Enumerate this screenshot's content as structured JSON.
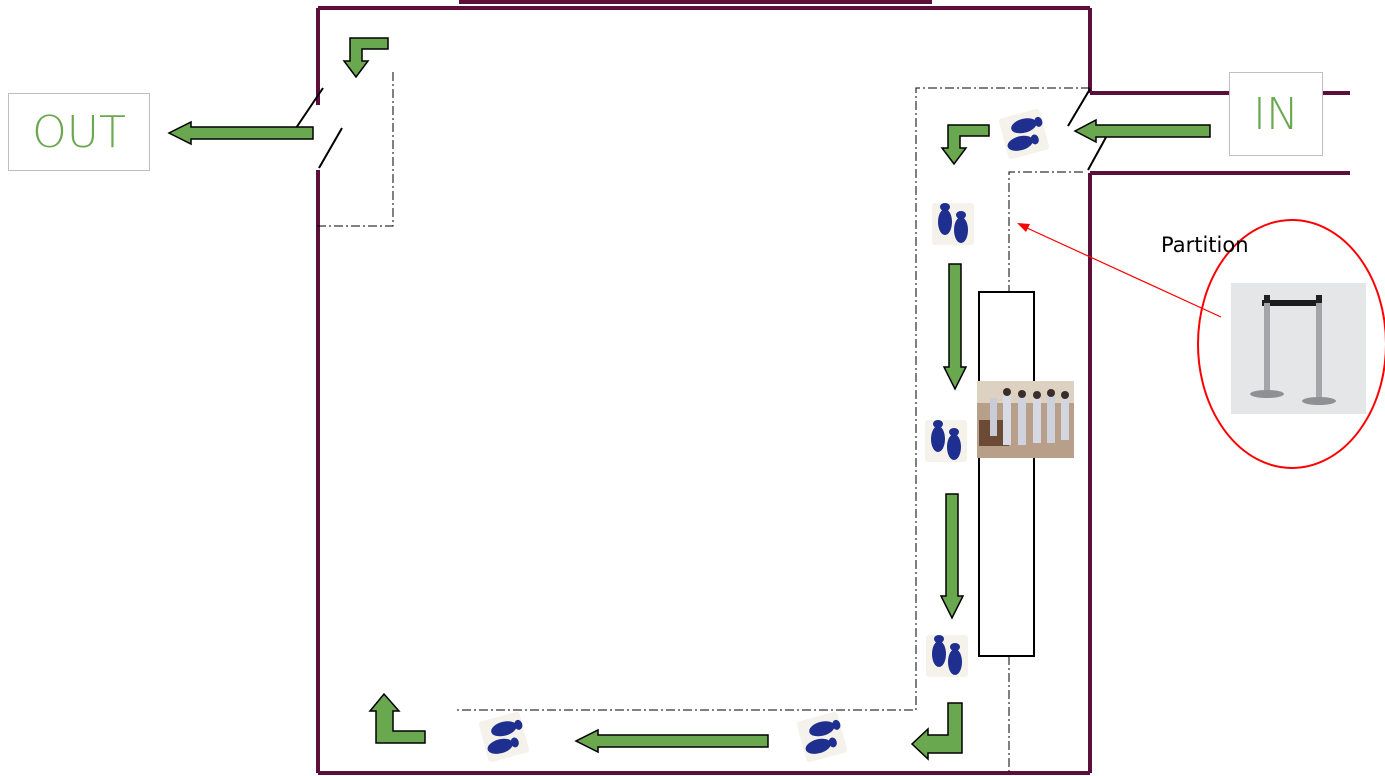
{
  "labels": {
    "out": "OUT",
    "in": "IN",
    "partition": "Partition"
  },
  "colors": {
    "wall": "#5c0f3a",
    "arrow_fill": "#6aa84f",
    "arrow_stroke": "#000000",
    "label_text": "#6aa84f",
    "footprint": "#1f2f8f",
    "callout": "#ff0000"
  },
  "icons": {
    "footprint": "footprints-icon",
    "stanchion": "stanchion-barrier-image",
    "queue_photo": "queue-photo"
  }
}
